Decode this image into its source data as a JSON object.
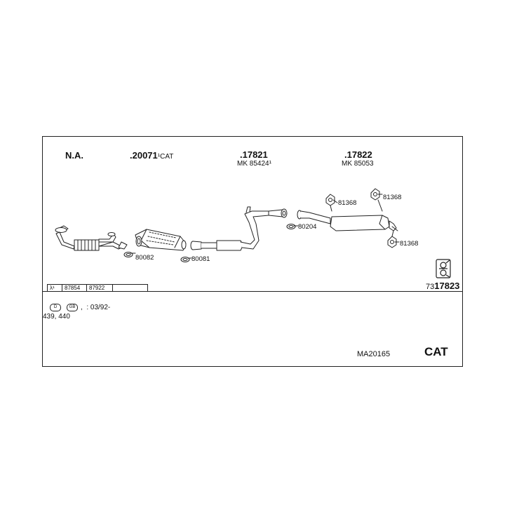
{
  "header": {
    "na": "N.A.",
    "part1_number": ".20071",
    "part1_suffix": "¹CAT",
    "part2_number": ".17821",
    "part2_sub": "MK 85424¹",
    "part3_number": ".17822",
    "part3_sub": "MK 85053"
  },
  "labels": {
    "gasket1": "80082",
    "gasket2": "80081",
    "gasket3": "80204",
    "mount1": "81368",
    "mount2": "81368",
    "mount3": "81368"
  },
  "lambda": {
    "symbol": "λ¹",
    "code1": "87854",
    "code2": "87922"
  },
  "catalog": {
    "prefix": "73",
    "number": "17823"
  },
  "notes": {
    "line1": ",  : 03/92-",
    "line2": "439, 440",
    "badge1": "D",
    "badge2": "GB"
  },
  "footer": {
    "ref": "MA20165",
    "cat": "CAT"
  },
  "colors": {
    "line": "#222222",
    "fill": "#ffffff"
  }
}
